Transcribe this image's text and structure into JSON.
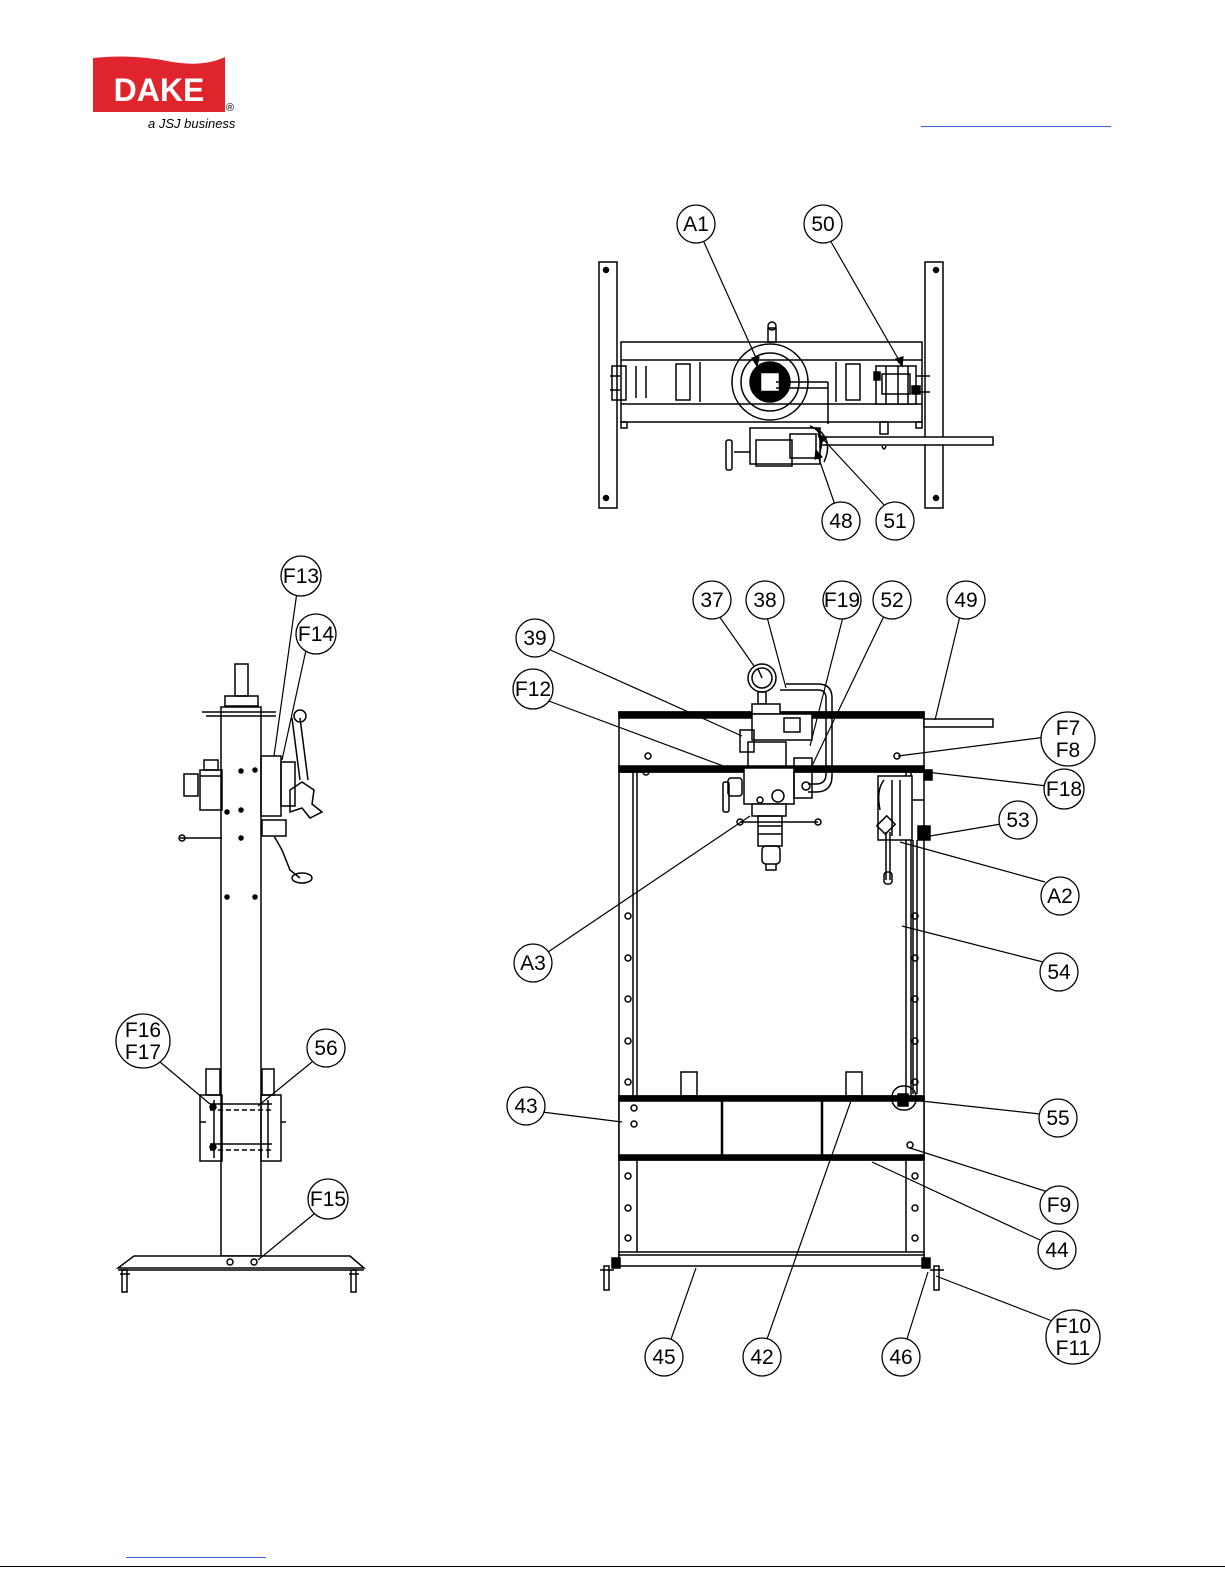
{
  "brand": {
    "name": "DAKE",
    "registered": "®",
    "tagline": "a JSJ business",
    "color": "#e0242b"
  },
  "callouts": [
    {
      "id": "A1",
      "lines": [
        "A1"
      ]
    },
    {
      "id": "50",
      "lines": [
        "50"
      ]
    },
    {
      "id": "48",
      "lines": [
        "48"
      ]
    },
    {
      "id": "51",
      "lines": [
        "51"
      ]
    },
    {
      "id": "F13",
      "lines": [
        "F13"
      ]
    },
    {
      "id": "F14",
      "lines": [
        "F14"
      ]
    },
    {
      "id": "F16",
      "lines": [
        "F16",
        "F17"
      ]
    },
    {
      "id": "56",
      "lines": [
        "56"
      ]
    },
    {
      "id": "F15",
      "lines": [
        "F15"
      ]
    },
    {
      "id": "37",
      "lines": [
        "37"
      ]
    },
    {
      "id": "38",
      "lines": [
        "38"
      ]
    },
    {
      "id": "F19",
      "lines": [
        "F19"
      ]
    },
    {
      "id": "52",
      "lines": [
        "52"
      ]
    },
    {
      "id": "49",
      "lines": [
        "49"
      ]
    },
    {
      "id": "39",
      "lines": [
        "39"
      ]
    },
    {
      "id": "F12",
      "lines": [
        "F12"
      ]
    },
    {
      "id": "F7",
      "lines": [
        "F7",
        "F8"
      ]
    },
    {
      "id": "F18",
      "lines": [
        "F18"
      ]
    },
    {
      "id": "53",
      "lines": [
        "53"
      ]
    },
    {
      "id": "A2",
      "lines": [
        "A2"
      ]
    },
    {
      "id": "A3",
      "lines": [
        "A3"
      ]
    },
    {
      "id": "54",
      "lines": [
        "54"
      ]
    },
    {
      "id": "43",
      "lines": [
        "43"
      ]
    },
    {
      "id": "55",
      "lines": [
        "55"
      ]
    },
    {
      "id": "F9",
      "lines": [
        "F9"
      ]
    },
    {
      "id": "44",
      "lines": [
        "44"
      ]
    },
    {
      "id": "F10",
      "lines": [
        "F10",
        "F11"
      ]
    },
    {
      "id": "45",
      "lines": [
        "45"
      ]
    },
    {
      "id": "42",
      "lines": [
        "42"
      ]
    },
    {
      "id": "46",
      "lines": [
        "46"
      ]
    }
  ]
}
